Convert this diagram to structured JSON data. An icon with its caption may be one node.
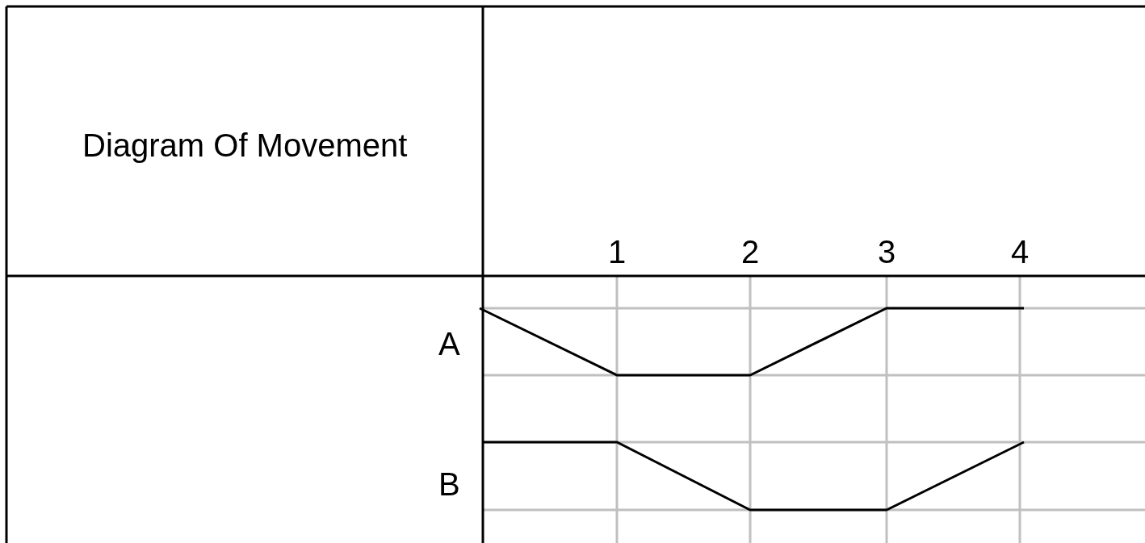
{
  "diagram": {
    "title": "Diagram Of Movement",
    "labels": [
      "1",
      "2",
      "3",
      "4",
      "A",
      "B"
    ]
  }
}
